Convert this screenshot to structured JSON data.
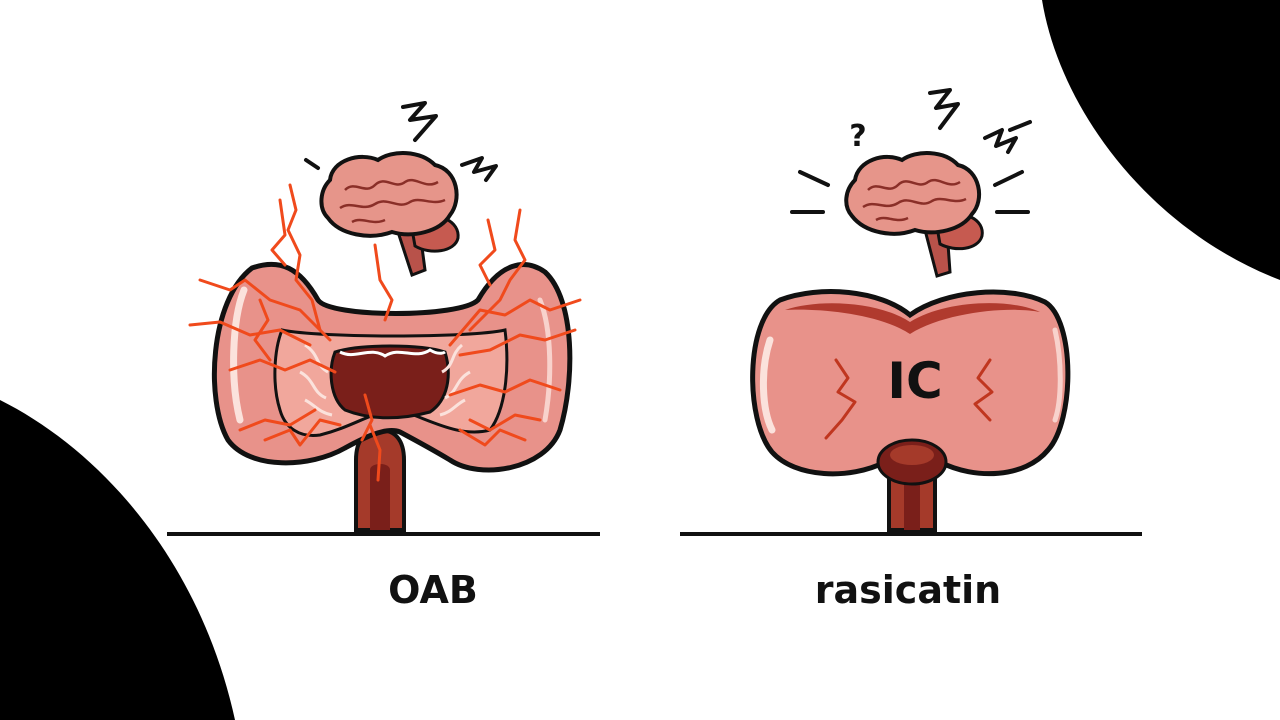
{
  "panels": [
    {
      "label": "OAB"
    },
    {
      "label": "rasicatin",
      "organ_text": "IC"
    }
  ],
  "icons": [
    "brain-icon",
    "lightning-bolt-icon",
    "question-mark-icon",
    "nerve-signal-icon"
  ],
  "colors": {
    "background": "#ffffff",
    "corner_shape": "#000000",
    "organ_fill": "#e8928a",
    "organ_outline": "#111111",
    "organ_inner": "#7a1f1a",
    "nerve_lines": "#f04a1c",
    "brain_fill": "#e6958a",
    "baseline": "#111111"
  }
}
